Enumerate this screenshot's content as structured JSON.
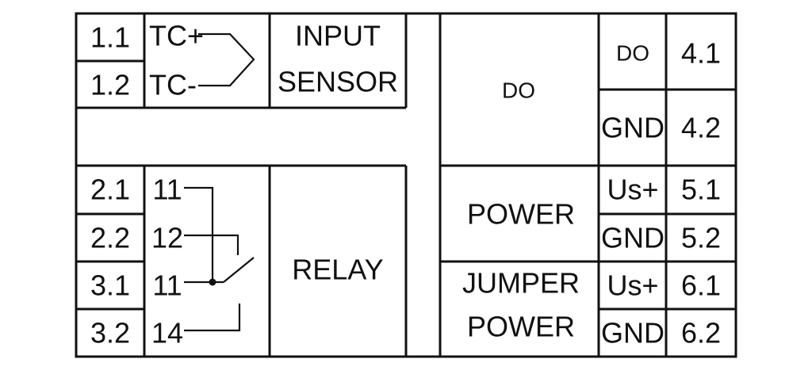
{
  "input": {
    "terminals": [
      "1.1",
      "1.2"
    ],
    "signals": [
      "TC+",
      "TC-"
    ],
    "label_line1": "INPUT",
    "label_line2": "SENSOR"
  },
  "relay": {
    "terminals": [
      "2.1",
      "2.2",
      "3.1",
      "3.2"
    ],
    "contacts": [
      "11",
      "12",
      "11",
      "14"
    ],
    "label": "RELAY"
  },
  "output": {
    "do_label": "DO",
    "do_terminals": [
      {
        "signal": "DO",
        "terminal": "4.1"
      },
      {
        "signal": "GND",
        "terminal": "4.2"
      }
    ]
  },
  "power": {
    "label": "POWER",
    "terminals": [
      {
        "signal": "Us+",
        "terminal": "5.1"
      },
      {
        "signal": "GND",
        "terminal": "5.2"
      }
    ]
  },
  "jumper_power": {
    "label_line1": "JUMPER",
    "label_line2": "POWER",
    "terminals": [
      {
        "signal": "Us+",
        "terminal": "6.1"
      },
      {
        "signal": "GND",
        "terminal": "6.2"
      }
    ]
  }
}
